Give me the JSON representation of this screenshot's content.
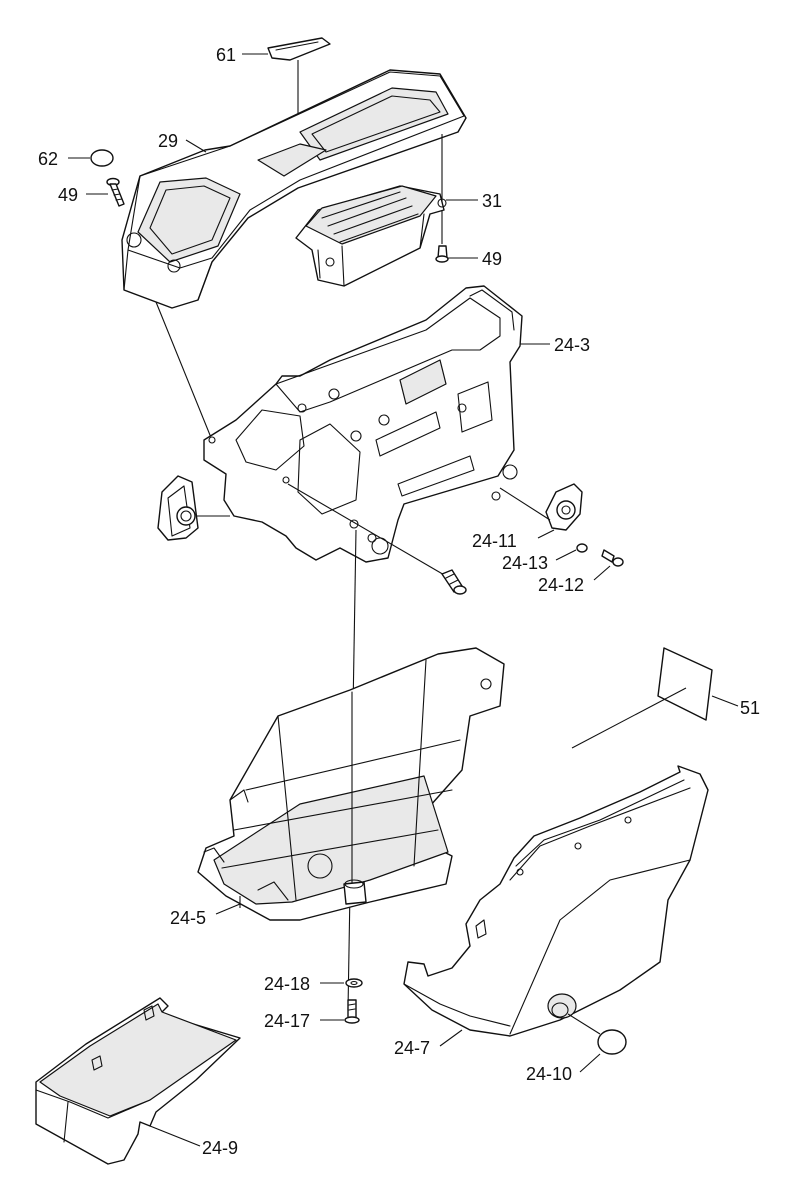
{
  "callouts": {
    "c61": "61",
    "c29": "29",
    "c62": "62",
    "c49a": "49",
    "c31": "31",
    "c49b": "49",
    "c24_3": "24-3",
    "c24_11": "24-11",
    "c24_13": "24-13",
    "c24_12": "24-12",
    "c51": "51",
    "c24_5": "24-5",
    "c24_18": "24-18",
    "c24_17": "24-17",
    "c24_7": "24-7",
    "c24_10": "24-10",
    "c24_9": "24-9"
  },
  "colors": {
    "line": "#111111",
    "shade": "#e9e9e9",
    "background": "#ffffff"
  }
}
